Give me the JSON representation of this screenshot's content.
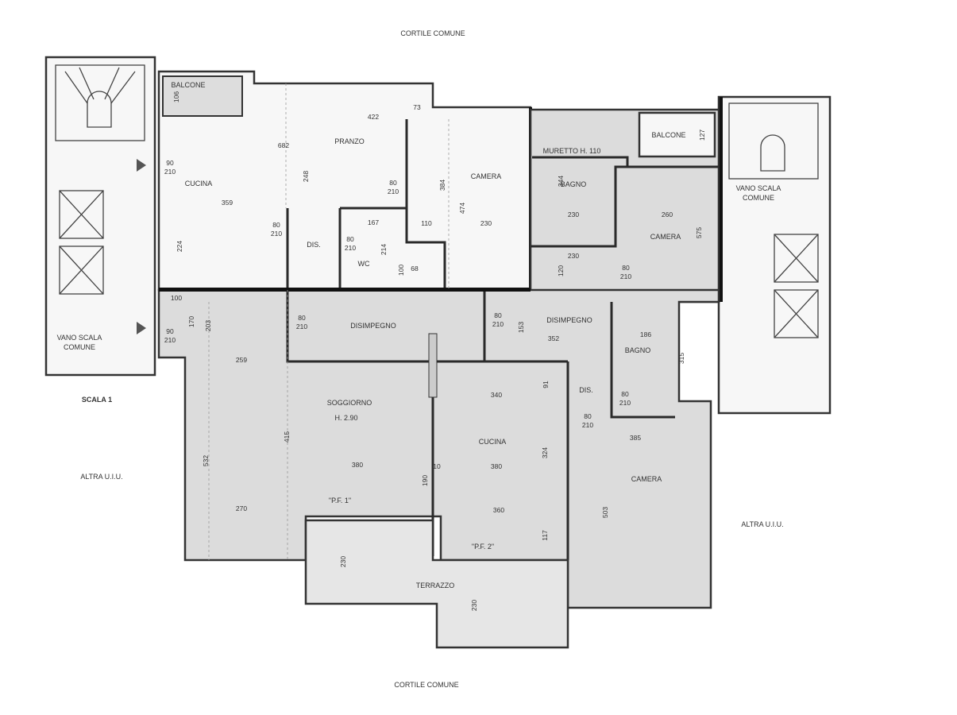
{
  "title_top": "CORTILE COMUNE",
  "title_bottom": "CORTILE COMUNE",
  "surroundings": {
    "scala": "SCALA 1",
    "vano_left_1": "VANO SCALA",
    "vano_left_2": "COMUNE",
    "vano_right_1": "VANO SCALA",
    "vano_right_2": "COMUNE",
    "altra_left": "ALTRA U.I.U.",
    "altra_right": "ALTRA U.I.U."
  },
  "rooms": {
    "balcone_1": "BALCONE",
    "pranzo": "PRANZO",
    "cucina_1": "CUCINA",
    "camera_1": "CAMERA",
    "dis_1": "DIS.",
    "wc": "WC",
    "balcone_2": "BALCONE",
    "muretto": "MURETTO H. 110",
    "bagno_1": "BAGNO",
    "camera_2": "CAMERA",
    "disimpegno_1": "DISIMPEGNO",
    "disimpegno_2": "DISIMPEGNO",
    "bagno_2": "BAGNO",
    "dis_2": "DIS.",
    "soggiorno": "SOGGIORNO",
    "soggiorno_h": "H. 2.90",
    "cucina_2": "CUCINA",
    "camera_3": "CAMERA",
    "terrazzo": "TERRAZZO",
    "pf1": "\"P.F. 1\"",
    "pf2": "\"P.F. 2\""
  },
  "dims": [
    "422",
    "682",
    "359",
    "73",
    "167",
    "110",
    "230",
    "68",
    "224",
    "248",
    "474",
    "384",
    "214",
    "100",
    "230",
    "230",
    "260",
    "120",
    "344",
    "575",
    "352",
    "153",
    "186",
    "315",
    "259",
    "203",
    "170",
    "100",
    "532",
    "415",
    "380",
    "270",
    "340",
    "380",
    "360",
    "10",
    "190",
    "324",
    "117",
    "91",
    "385",
    "503",
    "230",
    "230",
    "106",
    "127"
  ],
  "doors": [
    "90",
    "210",
    "90",
    "210",
    "80",
    "210",
    "80",
    "210",
    "80",
    "210",
    "80",
    "210",
    "80",
    "210",
    "80",
    "210",
    "80",
    "210",
    "80",
    "210"
  ]
}
